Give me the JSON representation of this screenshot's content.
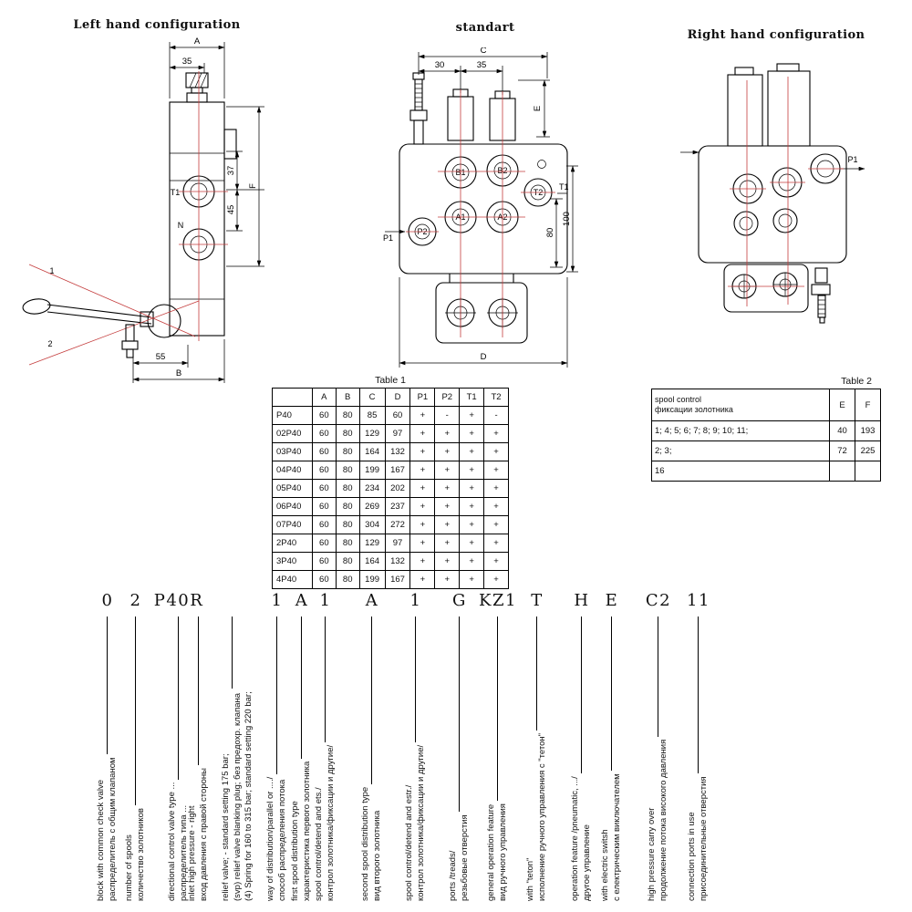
{
  "titles": {
    "left": "Left hand configuration",
    "center": "standart",
    "right": "Right hand configuration"
  },
  "drawing_left": {
    "labels": {
      "dim_a": "A",
      "dim_35": "35",
      "dim_37": "37",
      "dim_45": "45",
      "dim_f": "F",
      "port_t1": "T1",
      "port_n": "N",
      "dim_55": "55",
      "dim_b": "B",
      "lever_1": "1",
      "lever_2": "2"
    }
  },
  "drawing_center": {
    "labels": {
      "dim_c": "C",
      "dim_30": "30",
      "dim_35": "35",
      "dim_e": "E",
      "port_b1": "B1",
      "port_b2": "B2",
      "port_t2": "T2",
      "port_a1": "A1",
      "port_a2": "A2",
      "port_p2": "P2",
      "port_t1": "T1",
      "port_p1": "P1",
      "dim_80": "80",
      "dim_100": "100",
      "dim_d": "D"
    }
  },
  "drawing_right": {
    "labels": {
      "port_p1": "P1"
    }
  },
  "table1": {
    "title": "Table 1",
    "columns": [
      "",
      "A",
      "B",
      "C",
      "D",
      "P1",
      "P2",
      "T1",
      "T2"
    ],
    "rows": [
      [
        "P40",
        "60",
        "80",
        "85",
        "60",
        "+",
        "-",
        "+",
        "-"
      ],
      [
        "02P40",
        "60",
        "80",
        "129",
        "97",
        "+",
        "+",
        "+",
        "+"
      ],
      [
        "03P40",
        "60",
        "80",
        "164",
        "132",
        "+",
        "+",
        "+",
        "+"
      ],
      [
        "04P40",
        "60",
        "80",
        "199",
        "167",
        "+",
        "+",
        "+",
        "+"
      ],
      [
        "05P40",
        "60",
        "80",
        "234",
        "202",
        "+",
        "+",
        "+",
        "+"
      ],
      [
        "06P40",
        "60",
        "80",
        "269",
        "237",
        "+",
        "+",
        "+",
        "+"
      ],
      [
        "07P40",
        "60",
        "80",
        "304",
        "272",
        "+",
        "+",
        "+",
        "+"
      ],
      [
        "2P40",
        "60",
        "80",
        "129",
        "97",
        "+",
        "+",
        "+",
        "+"
      ],
      [
        "3P40",
        "60",
        "80",
        "164",
        "132",
        "+",
        "+",
        "+",
        "+"
      ],
      [
        "4P40",
        "60",
        "80",
        "199",
        "167",
        "+",
        "+",
        "+",
        "+"
      ]
    ]
  },
  "table2": {
    "title": "Table 2",
    "header": {
      "label_en": "spool control",
      "label_ru": "фиксации золотника",
      "col_e": "E",
      "col_f": "F"
    },
    "rows": [
      [
        "1; 4; 5; 6; 7; 8; 9; 10; 11;",
        "40",
        "193"
      ],
      [
        "2; 3;",
        "72",
        "225"
      ],
      [
        "16",
        "",
        ""
      ]
    ]
  },
  "order_code": {
    "segments": [
      {
        "code": "0",
        "lines": [
          "block with common check valve",
          "распределитель с общим клапаном"
        ]
      },
      {
        "code": "2",
        "lines": [
          "number of spools",
          "количество золотников"
        ]
      },
      {
        "code": "P40R",
        "lines": [
          "directional control valve type ...",
          "распределитель типа ..."
        ]
      },
      {
        "code": "",
        "lines": [
          "inlet high pressure - right",
          "вход давления с правой стороны"
        ]
      },
      {
        "code": "",
        "lines": [
          "relief valve; - standard setting 175 bar;",
          "(svp) relief valve blanking plug; без предохр. клапана",
          "(4) Spring for 160 to 315 bar; standard setting 220 bar;"
        ]
      },
      {
        "code": "1",
        "lines": [
          "way of distribution/parallel or ..../",
          "способ распределения потока"
        ]
      },
      {
        "code": "A",
        "lines": [
          "first spool distribution type",
          "характеристика первого золотника"
        ]
      },
      {
        "code": "1",
        "lines": [
          "spool control/detend and ets./",
          "контрол золотника/фиксации и другие/"
        ]
      },
      {
        "code": "A",
        "lines": [
          "second spool distribution type",
          "вид второго золотника"
        ]
      },
      {
        "code": "1",
        "lines": [
          "spool control/detend and estr./",
          "контрол золотника/фиксации и другие/"
        ]
      },
      {
        "code": "G",
        "lines": [
          "ports /treads/",
          "резьбовые отверстия"
        ]
      },
      {
        "code": "KZ1",
        "lines": [
          "general operation feature",
          "вид ручного управления"
        ]
      },
      {
        "code": "T",
        "lines": [
          "with \"teton\"",
          "исполнение ручного управления с \"тетон\""
        ]
      },
      {
        "code": "H",
        "lines": [
          "operation feature /pneumatic, .../",
          "другое управление"
        ]
      },
      {
        "code": "E",
        "lines": [
          "with electric switsh",
          "с електрическим виключателем"
        ]
      },
      {
        "code": "C2",
        "lines": [
          "high pressure carry over",
          "продолжение потока високого давления"
        ]
      },
      {
        "code": "11",
        "lines": [
          "connection ports in use",
          "присоединительные отверстия"
        ]
      }
    ]
  }
}
